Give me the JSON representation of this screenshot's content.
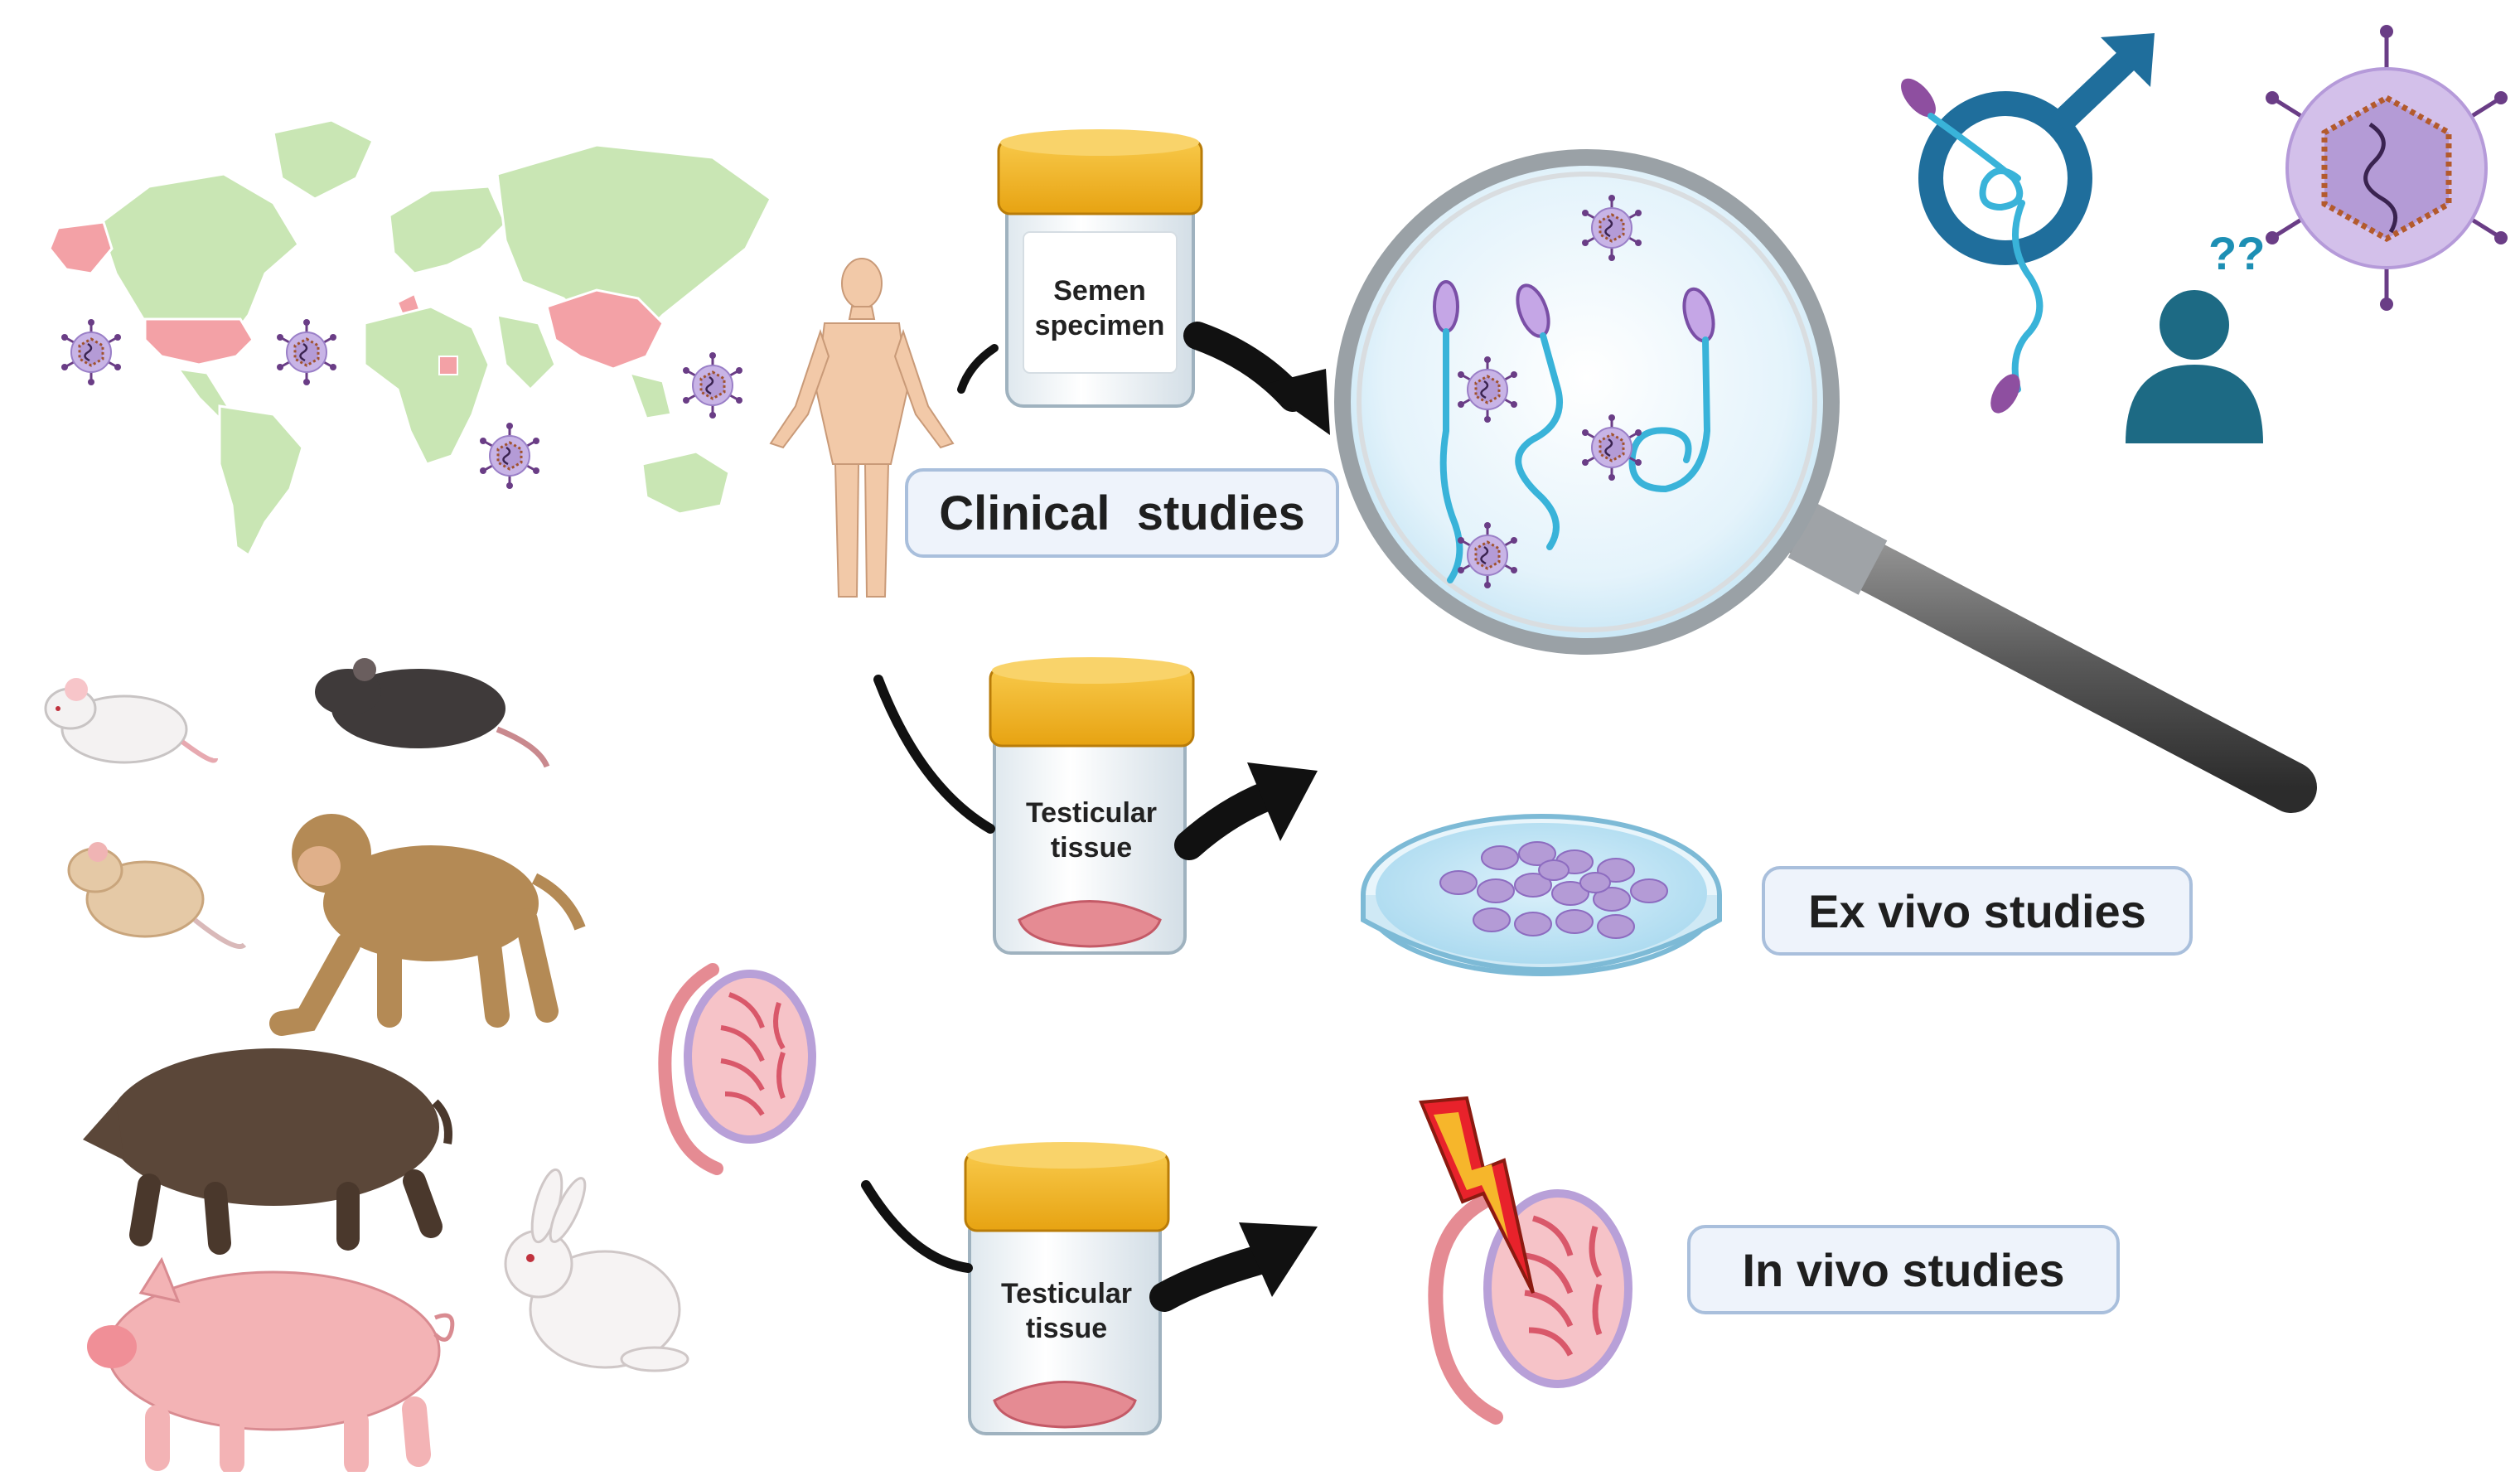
{
  "labels": {
    "clinical": "Clinical  studies",
    "ex_vivo": "Ex vivo studies",
    "in_vivo": "In vivo studies"
  },
  "containers": {
    "semen": [
      "Semen",
      "specimen"
    ],
    "testicular_1": [
      "Testicular",
      "tissue"
    ],
    "testicular_2": [
      "Testicular",
      "tissue"
    ]
  },
  "question_marks": "??",
  "colors": {
    "map_land": "#c9e6b4",
    "map_highlight": "#f3a1a6",
    "virus_core": "#b49bd6",
    "virus_spike": "#6a3d86",
    "lid": "#f4b728",
    "sperm": "#39b3d9",
    "person_icon": "#1d6a84",
    "arrow": "#111111",
    "label_border": "#a9bfdc"
  }
}
